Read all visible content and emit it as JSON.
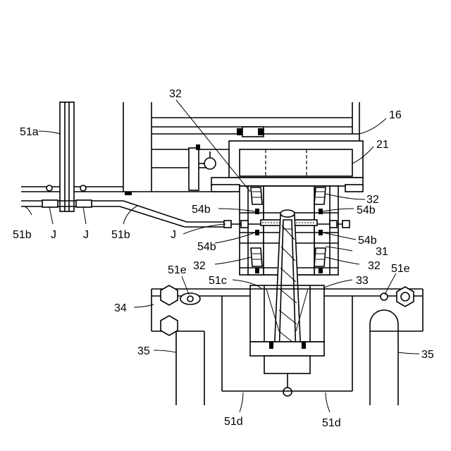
{
  "labels": {
    "l_51a": "51a",
    "l_16": "16",
    "l_21": "21",
    "l_32_top": "32",
    "l_32_ur": "32",
    "l_54b_ul": "54b",
    "l_54b_ur": "54b",
    "l_J_left1": "J",
    "l_J_left2": "J",
    "l_51b_left": "51b",
    "l_51b_mid": "51b",
    "l_J_mid": "J",
    "l_54b_ll": "54b",
    "l_54b_lr": "54b",
    "l_31": "31",
    "l_32_ll": "32",
    "l_32_lr": "32",
    "l_51e_left": "51e",
    "l_51e_right": "51e",
    "l_51c": "51c",
    "l_33": "33",
    "l_34": "34",
    "l_35_left": "35",
    "l_35_right": "35",
    "l_51d_left": "51d",
    "l_51d_right": "51d"
  }
}
